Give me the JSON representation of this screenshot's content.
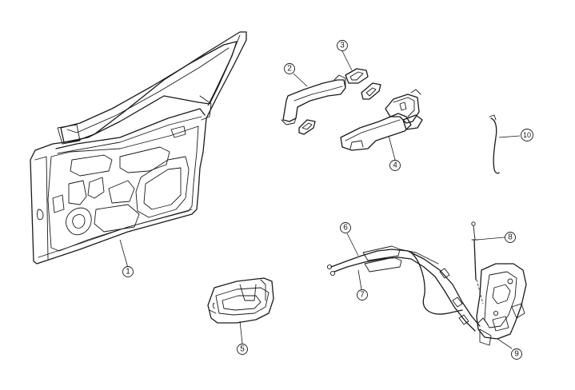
{
  "callouts": [
    {
      "id": "1",
      "text": "1",
      "part": "front-door-shell"
    },
    {
      "id": "2",
      "text": "2",
      "part": "outer-door-handle"
    },
    {
      "id": "3",
      "text": "3",
      "part": "handle-cap"
    },
    {
      "id": "4",
      "text": "4",
      "part": "handle-bracket"
    },
    {
      "id": "5",
      "text": "5",
      "part": "inner-door-handle"
    },
    {
      "id": "6",
      "text": "6",
      "part": "inner-handle-cable"
    },
    {
      "id": "7",
      "text": "7",
      "part": "lock-knob-cable"
    },
    {
      "id": "8",
      "text": "8",
      "part": "lock-rod"
    },
    {
      "id": "9",
      "text": "9",
      "part": "door-lock-actuator"
    },
    {
      "id": "10",
      "text": "10",
      "part": "weatherstrip-rod"
    }
  ]
}
